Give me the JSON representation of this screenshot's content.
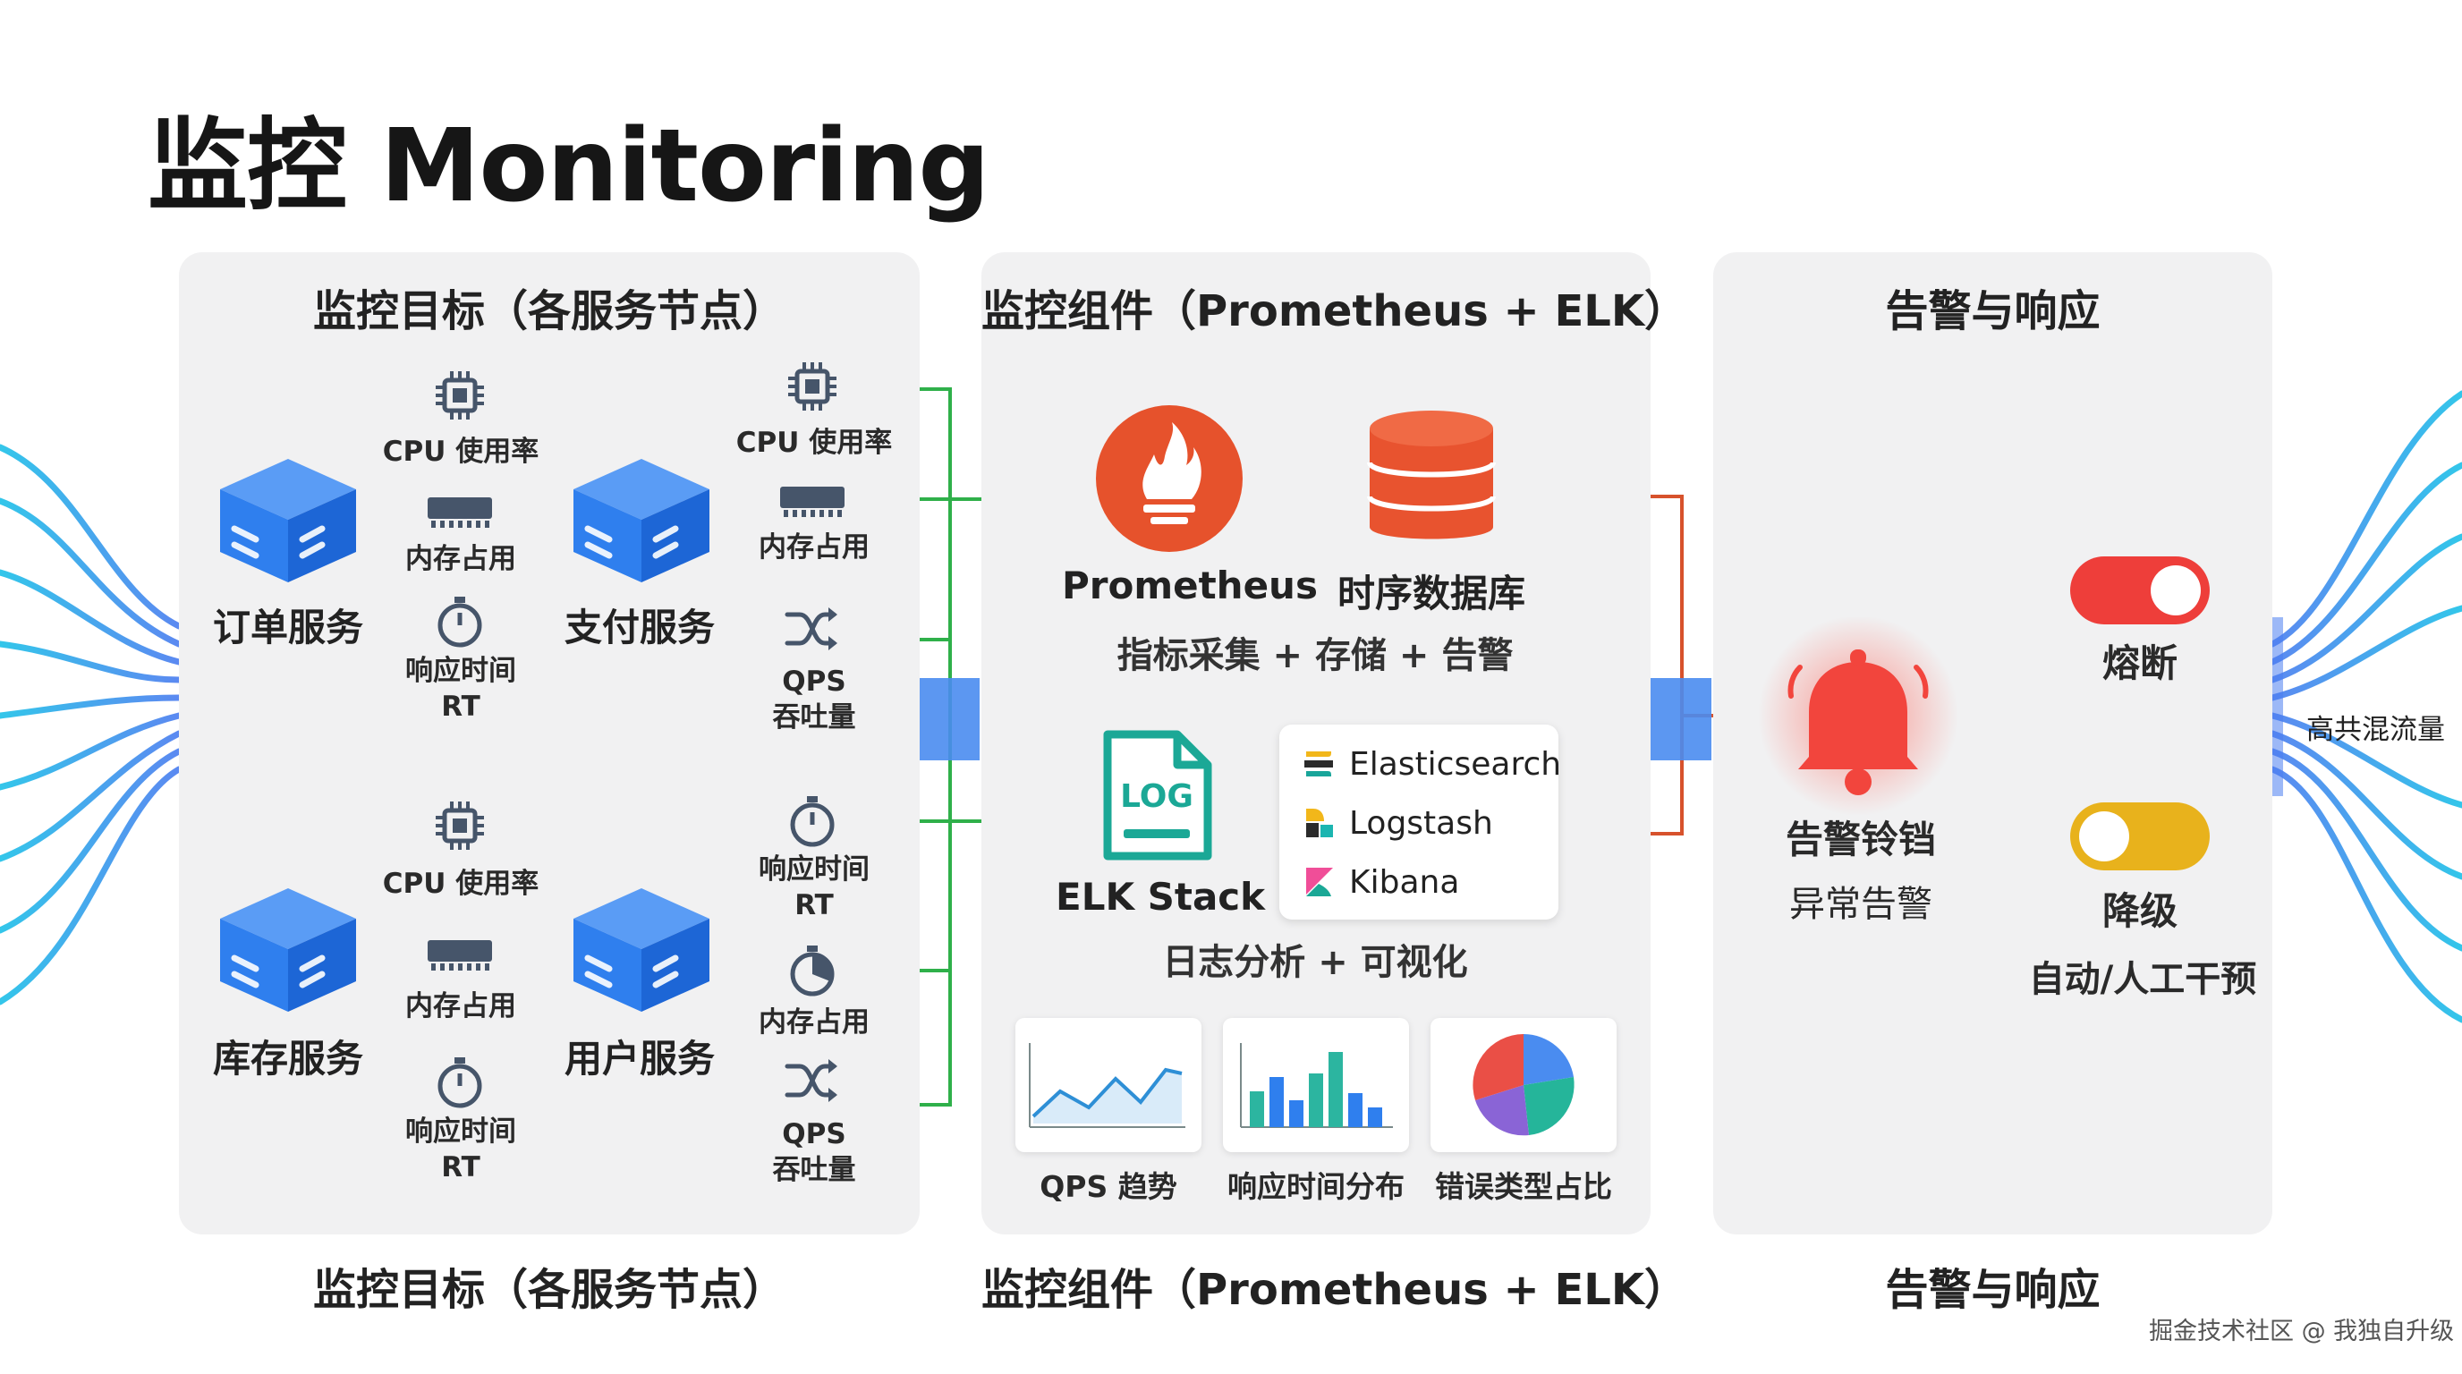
{
  "title": "监控 Monitoring",
  "panels": {
    "targets": {
      "title": "监控目标（各服务节点）",
      "footer": "监控目标（各服务节点）"
    },
    "components": {
      "title": "监控组件（Prometheus + ELK）",
      "footer": "监控组件（Prometheus + ELK）"
    },
    "alerts": {
      "title": "告警与响应",
      "footer": "告警与响应"
    }
  },
  "services": [
    {
      "name": "订单服务",
      "metrics": [
        {
          "icon": "cpu-chip-icon",
          "label": "CPU 使用率"
        },
        {
          "icon": "memory-module-icon",
          "label": "内存占用"
        },
        {
          "icon": "stopwatch-icon",
          "label": "响应时间",
          "label2": "RT"
        }
      ]
    },
    {
      "name": "支付服务",
      "metrics": [
        {
          "icon": "cpu-chip-icon",
          "label": "CPU 使用率"
        },
        {
          "icon": "memory-module-icon",
          "label": "内存占用"
        },
        {
          "icon": "shuffle-icon",
          "label": "QPS",
          "label2": "吞吐量"
        }
      ]
    },
    {
      "name": "库存服务",
      "metrics": [
        {
          "icon": "cpu-chip-icon",
          "label": "CPU 使用率"
        },
        {
          "icon": "memory-module-icon",
          "label": "内存占用"
        },
        {
          "icon": "stopwatch-icon",
          "label": "响应时间",
          "label2": "RT"
        }
      ]
    },
    {
      "name": "用户服务",
      "metrics": [
        {
          "icon": "stopwatch-icon",
          "label": "响应时间",
          "label2": "RT"
        },
        {
          "icon": "pie-gauge-icon",
          "label": "内存占用"
        },
        {
          "icon": "shuffle-icon",
          "label": "QPS",
          "label2": "吞吐量"
        }
      ]
    }
  ],
  "components": {
    "prometheus_label": "Prometheus",
    "tsdb_label": "时序数据库",
    "prometheus_desc": "指标采集 + 存储 + 告警",
    "log_badge": "LOG",
    "elk_label": "ELK Stack",
    "elk_items": [
      "Elasticsearch",
      "Logstash",
      "Kibana"
    ],
    "elk_desc": "日志分析 + 可视化",
    "mini_charts": [
      "QPS 趋势",
      "响应时间分布",
      "错误类型占比"
    ]
  },
  "alerts": {
    "bell_label1": "告警铃铛",
    "bell_label2": "异常告警",
    "fuse_label": "熔断",
    "degrade_label": "降级",
    "degrade_desc": "自动/人工干预"
  },
  "side_label": "高共混流量",
  "watermark": "掘金技术社区 @ 我独自升级",
  "colors": {
    "service_blue": "#2f7fee",
    "metric_gray": "#46556a",
    "green_line": "#2fb04a",
    "orange_line": "#d7522c",
    "prometheus": "#e6522c",
    "elk_teal": "#1ba896",
    "bell_red": "#f2453d",
    "toggle_red": "#ee3e3a",
    "toggle_yellow": "#e8b21c",
    "flow_blue": "#29a6e0"
  }
}
